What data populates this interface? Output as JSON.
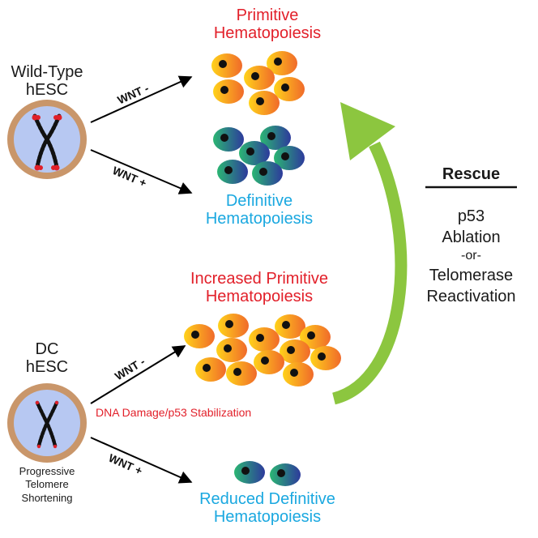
{
  "wild_type": {
    "line1": "Wild-Type",
    "line2": "hESC"
  },
  "dc": {
    "line1": "DC",
    "line2": "hESC",
    "caption1": "Progressive",
    "caption2": "Telomere",
    "caption3": "Shortening"
  },
  "arrows": {
    "wnt_minus": "WNT -",
    "wnt_plus": "WNT +"
  },
  "outcomes": {
    "primitive": [
      "Primitive",
      "Hematopoiesis"
    ],
    "definitive": [
      "Definitive",
      "Hematopoiesis"
    ],
    "increased_primitive": [
      "Increased Primitive",
      "Hematopoiesis"
    ],
    "reduced_definitive": [
      "Reduced Definitive",
      "Hematopoiesis"
    ]
  },
  "dna_damage": "DNA Damage/p53 Stabilization",
  "rescue": {
    "title": "Rescue",
    "lines": [
      "p53",
      "Ablation",
      "-or-",
      "Telomerase",
      "Reactivation"
    ]
  },
  "colors": {
    "primitive_cell": [
      "#ffd21a",
      "#f06a2a"
    ],
    "definitive_cell": [
      "#2bb673",
      "#2d3a9c"
    ],
    "red_text": "#e2202a",
    "blue_text": "#1aa8e0",
    "rescue_arrow": "#8cc63f",
    "cell_ring": "#c9966a",
    "cell_fill": "#b7c8f2",
    "telomere": "#e0202a"
  }
}
